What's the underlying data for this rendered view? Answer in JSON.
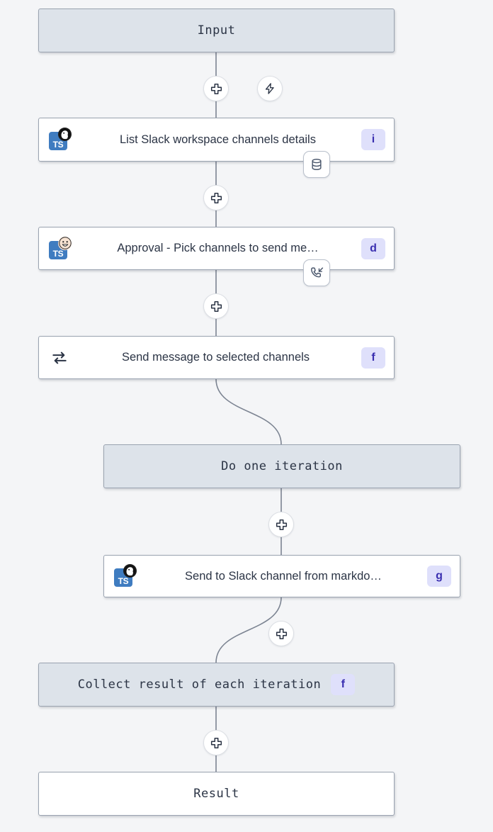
{
  "canvas": {
    "background": "#f4f5f7",
    "edge_color": "#7c8492",
    "node_border": "#9aa3b0",
    "terminal_fill": "#dde3ea",
    "badge_bg": "#dfe0fb",
    "badge_fg": "#3a2fb0",
    "ts_blue": "#3f7cc0"
  },
  "nodes": [
    {
      "id": "input",
      "kind": "terminal",
      "label": "Input"
    },
    {
      "id": "list-slack-channels",
      "kind": "step",
      "label": "List Slack workspace channels details",
      "badge": "i",
      "lang_icon": "typescript-icon",
      "sub_icon": "slack-deno-icon",
      "chip_icon": "database-icon"
    },
    {
      "id": "approval-pick-channels",
      "kind": "step",
      "label": "Approval - Pick channels to send me…",
      "badge": "d",
      "lang_icon": "typescript-icon",
      "sub_icon": "smiley-face-icon",
      "chip_icon": "phone-incoming-icon"
    },
    {
      "id": "send-message-selected-channels",
      "kind": "step",
      "label": "Send message to selected channels",
      "badge": "f",
      "lang_icon": "loop-icon"
    },
    {
      "id": "do-one-iteration",
      "kind": "terminal",
      "label": "Do one iteration"
    },
    {
      "id": "send-to-slack-markdown",
      "kind": "step",
      "label": "Send to Slack channel from markdo…",
      "badge": "g",
      "lang_icon": "typescript-icon",
      "sub_icon": "slack-deno-icon"
    },
    {
      "id": "collect-result",
      "kind": "terminal-badge",
      "label": "Collect result of each iteration",
      "badge": "f"
    },
    {
      "id": "result",
      "kind": "result",
      "label": "Result"
    }
  ],
  "wire_buttons": [
    {
      "id": "add-after-input",
      "icon": "plus-icon"
    },
    {
      "id": "trigger-bolt",
      "icon": "lightning-bolt-icon"
    },
    {
      "id": "add-after-list-channels",
      "icon": "plus-icon"
    },
    {
      "id": "add-after-approval",
      "icon": "plus-icon"
    },
    {
      "id": "add-after-do-one-iteration",
      "icon": "plus-icon"
    },
    {
      "id": "add-after-send-to-slack",
      "icon": "plus-icon"
    },
    {
      "id": "add-after-collect-result",
      "icon": "plus-icon"
    }
  ],
  "ts_label": "TS"
}
